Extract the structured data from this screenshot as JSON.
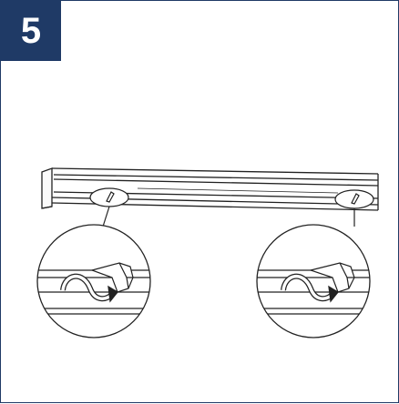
{
  "step": {
    "number": "5",
    "badge_color": "#1f3a66"
  },
  "illustration": {
    "subject": "rail-with-clip-detail",
    "callouts": [
      {
        "name": "left-clip-detail",
        "arrow": "curved-arrow-rotate-clip"
      },
      {
        "name": "right-clip-detail",
        "arrow": "curved-arrow-rotate-clip"
      }
    ]
  }
}
